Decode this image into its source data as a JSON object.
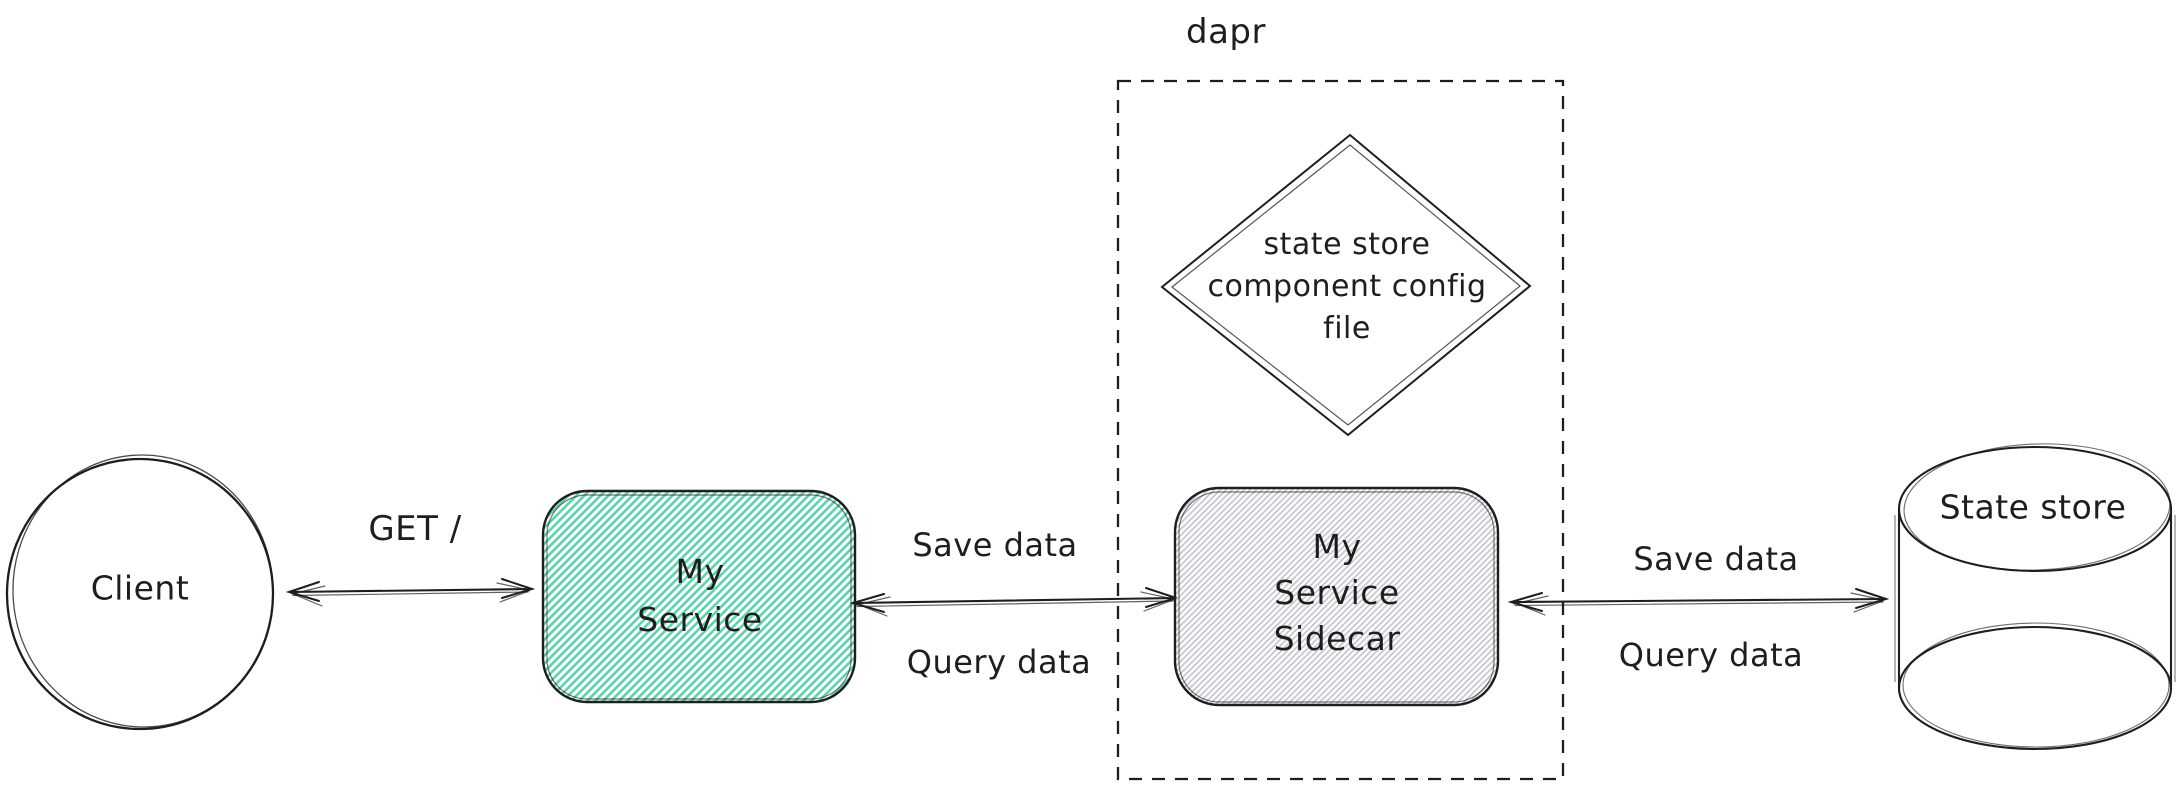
{
  "diagram": {
    "kind": "hand-drawn architecture diagram",
    "colors": {
      "ink": "#1e1e1e",
      "service_fill": "#5ad6ae",
      "sidecar_fill": "#c9cbd1"
    },
    "nodes": {
      "client": {
        "label": "Client",
        "shape": "circle"
      },
      "service": {
        "lines": [
          "My",
          "Service"
        ],
        "shape": "rounded-rect"
      },
      "sidecar": {
        "lines": [
          "My",
          "Service",
          "Sidecar"
        ],
        "shape": "rounded-rect"
      },
      "config_file": {
        "lines": [
          "state store",
          "component config",
          "file"
        ],
        "shape": "diamond"
      },
      "state_store": {
        "label": "State store",
        "shape": "cylinder"
      }
    },
    "groups": {
      "dapr": {
        "label": "dapr"
      }
    },
    "edges": {
      "client_service": {
        "label": "GET /",
        "type": "bidirectional"
      },
      "service_sidecar": {
        "label_top": "Save data",
        "label_bottom": "Query data",
        "type": "bidirectional"
      },
      "sidecar_store": {
        "label_top": "Save data",
        "label_bottom": "Query data",
        "type": "bidirectional"
      }
    }
  }
}
